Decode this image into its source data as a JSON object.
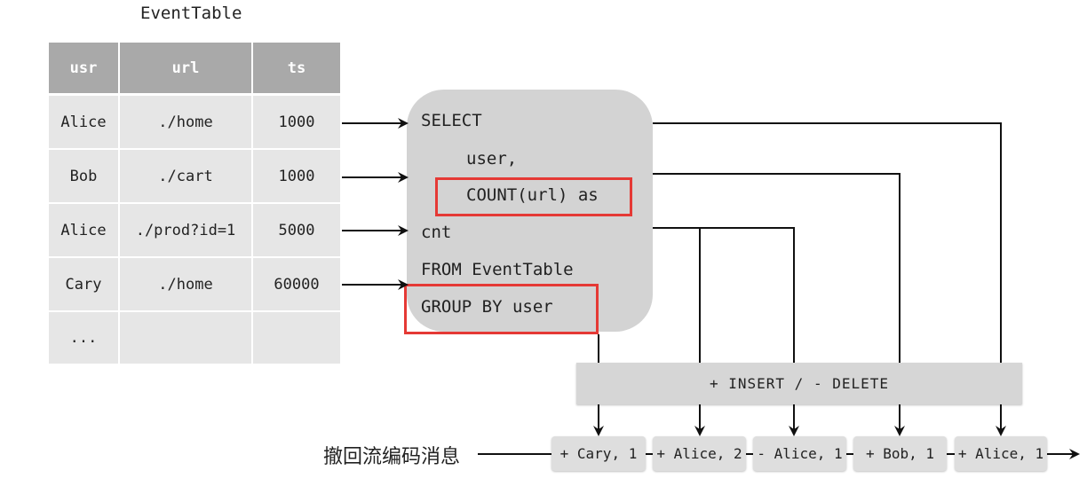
{
  "table": {
    "title": "EventTable",
    "headers": [
      "usr",
      "url",
      "ts"
    ],
    "rows": [
      [
        "Alice",
        "./home",
        "1000"
      ],
      [
        "Bob",
        "./cart",
        "1000"
      ],
      [
        "Alice",
        "./prod?id=1",
        "5000"
      ],
      [
        "Cary",
        "./home",
        "60000"
      ],
      [
        "...",
        "",
        ""
      ]
    ]
  },
  "query": {
    "lines": [
      "SELECT",
      "user,",
      "COUNT(url) as",
      "cnt",
      "FROM EventTable",
      "GROUP BY user"
    ]
  },
  "operations_bar": "+ INSERT / - DELETE",
  "stream": {
    "label": "撤回流编码消息",
    "messages": [
      "+ Cary, 1",
      "+ Alice, 2",
      "- Alice, 1",
      "+ Bob, 1",
      "+ Alice, 1"
    ]
  },
  "colors": {
    "highlight": "#e53935",
    "header": "#a9a9a9",
    "row": "#e6e6e6",
    "query_box": "#d3d3d3"
  }
}
